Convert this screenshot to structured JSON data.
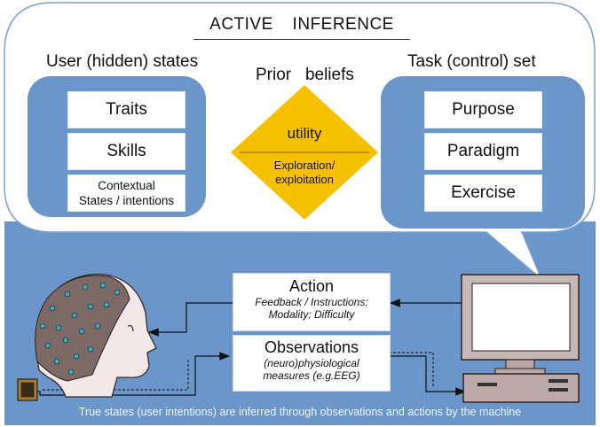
{
  "title": {
    "word1": "ACTIVE",
    "word2": "INFERENCE"
  },
  "user_states": {
    "heading": "User (hidden) states",
    "items": [
      "Traits",
      "Skills"
    ],
    "contextual": {
      "line1": "Contextual",
      "line2": "States / intentions"
    }
  },
  "prior_beliefs": {
    "heading": "Prior   beliefs",
    "utility": "utility",
    "exploration_line1": "Exploration/",
    "exploration_line2": "exploitation"
  },
  "task_set": {
    "heading": "Task (control) set",
    "items": [
      "Purpose",
      "Paradigm",
      "Exercise"
    ]
  },
  "action": {
    "heading": "Action",
    "line1": "Feedback / Instructions:",
    "line2": "Modality; Difficulty"
  },
  "observations": {
    "heading": "Observations",
    "line1": "(neuro)physiological",
    "line2": "measures (e.g.EEG)"
  },
  "footer": "True states (user intentions) are inferred through observations and actions by the machine",
  "colors": {
    "panel_blue": "#6b96c9",
    "diamond_yellow": "#f5c000",
    "bubble_border": "#7a9fd0"
  }
}
